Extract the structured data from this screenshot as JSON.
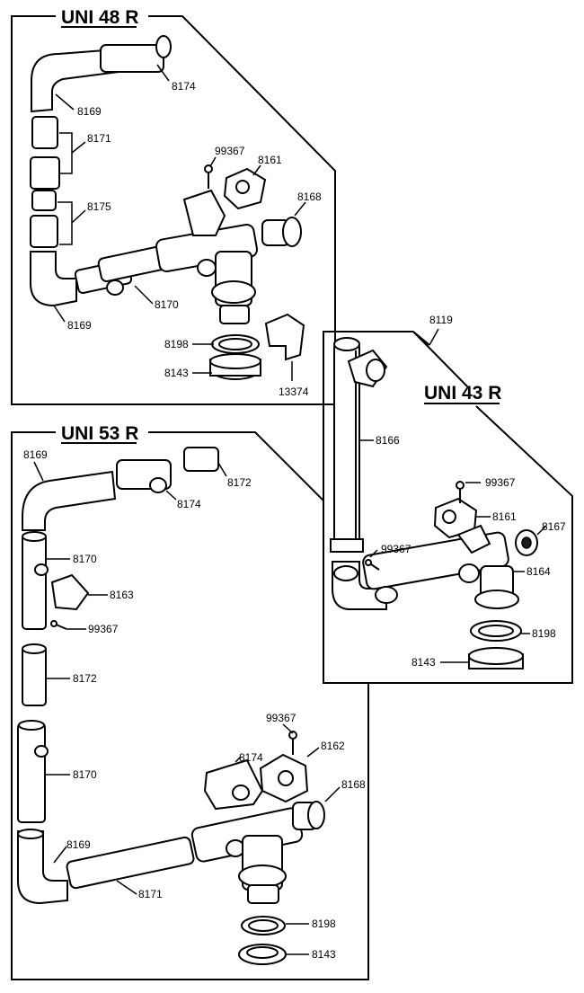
{
  "assemblies": {
    "uni48r": {
      "title": "UNI 48 R",
      "labels": {
        "p8174": "8174",
        "p8169a": "8169",
        "p8171": "8171",
        "p99367": "99367",
        "p8161": "8161",
        "p8168": "8168",
        "p8175": "8175",
        "p8170": "8170",
        "p8169b": "8169",
        "p8198": "8198",
        "p8143": "8143",
        "p13374": "13374"
      }
    },
    "uni43r": {
      "title": "UNI 43 R",
      "labels": {
        "p8119": "8119",
        "p8166": "8166",
        "p99367a": "99367",
        "p8161": "8161",
        "p8167": "8167",
        "p99367b": "99367",
        "p8164": "8164",
        "p8198": "8198",
        "p8143": "8143"
      }
    },
    "uni53r": {
      "title": "UNI 53 R",
      "labels": {
        "p8169a": "8169",
        "p8172a": "8172",
        "p8174a": "8174",
        "p8170a": "8170",
        "p8163": "8163",
        "p99367a": "99367",
        "p8172b": "8172",
        "p8170b": "8170",
        "p99367b": "99367",
        "p8162": "8162",
        "p8174b": "8174",
        "p8168": "8168",
        "p8169b": "8169",
        "p8171": "8171",
        "p8198": "8198",
        "p8143": "8143"
      }
    }
  }
}
